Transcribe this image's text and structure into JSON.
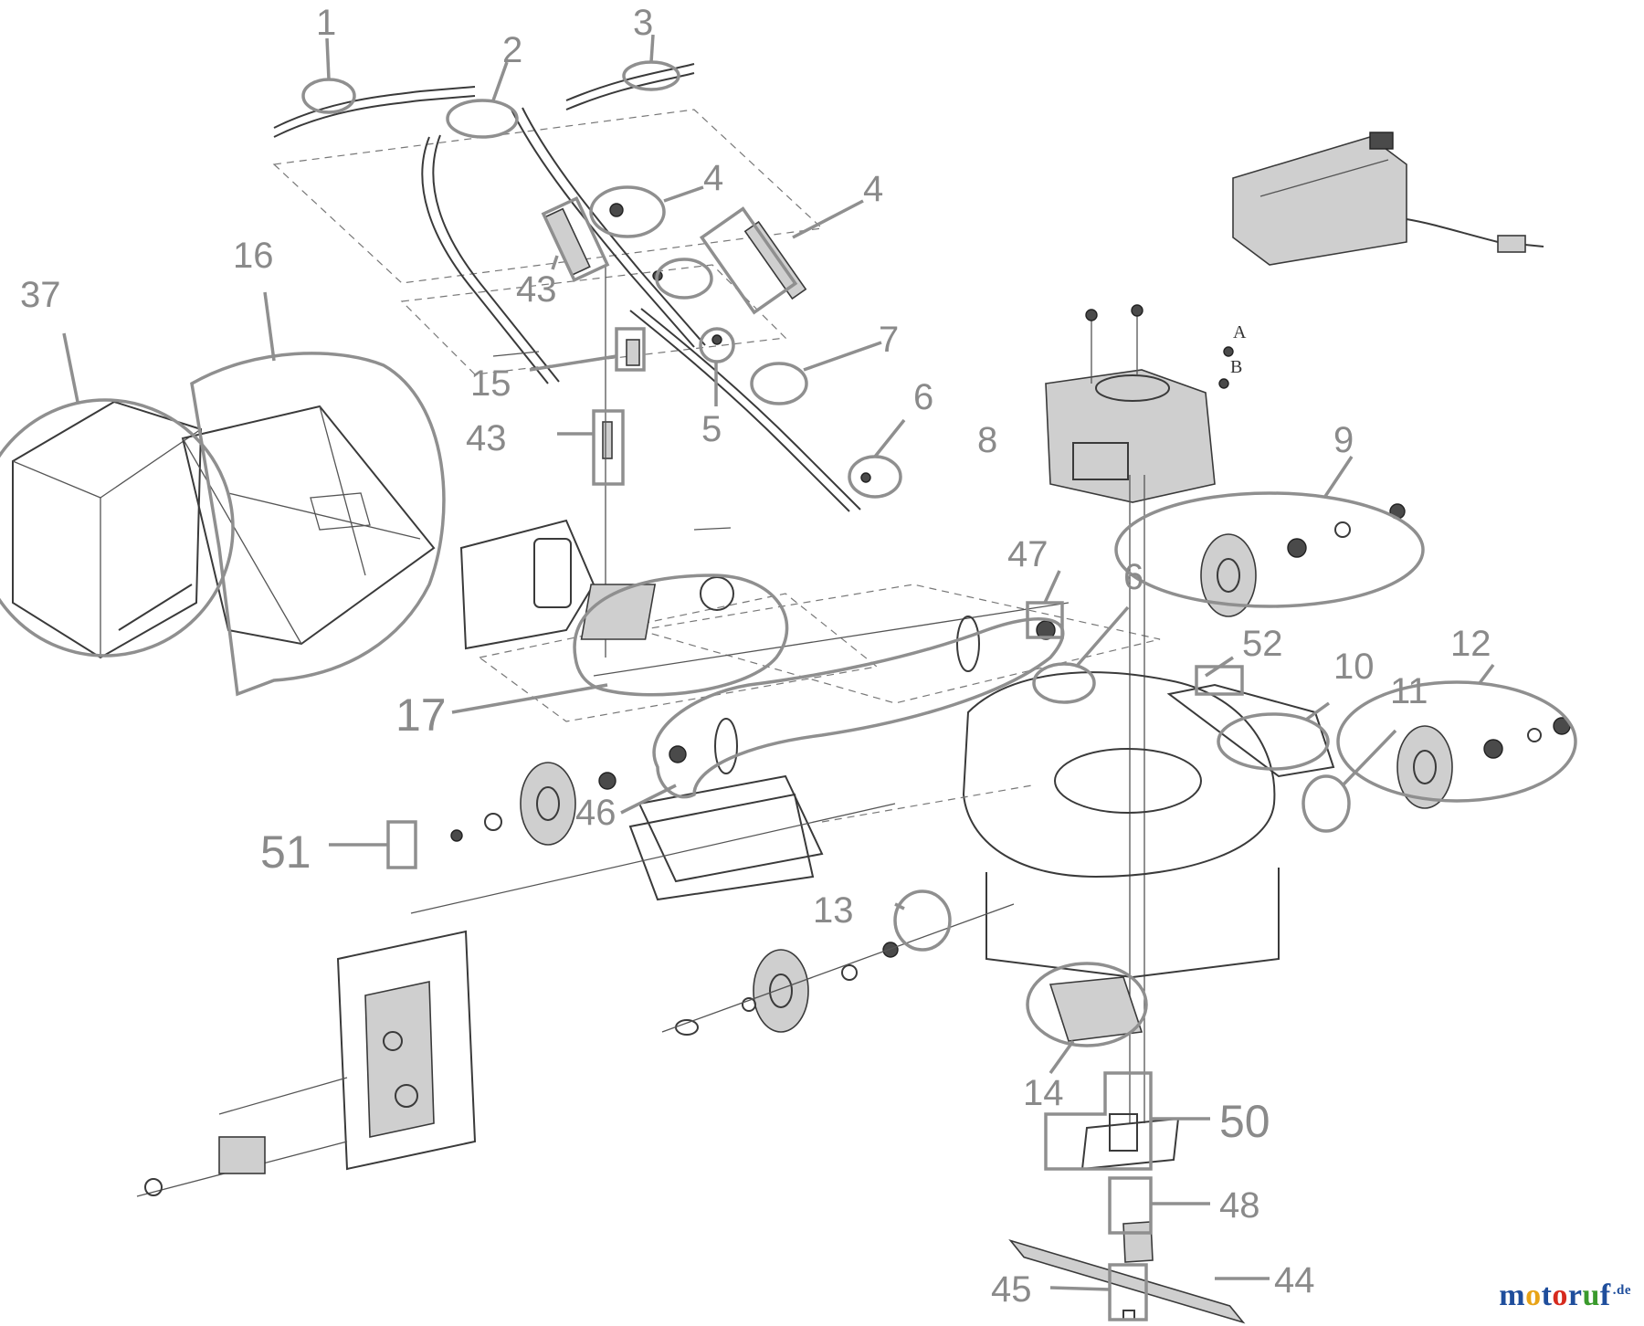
{
  "callouts": [
    "1",
    "2",
    "3",
    "4",
    "4",
    "43",
    "16",
    "37",
    "15",
    "5",
    "7",
    "6",
    "43",
    "8",
    "47",
    "9",
    "6",
    "52",
    "10",
    "11",
    "12",
    "17",
    "46",
    "51",
    "13",
    "14",
    "50",
    "48",
    "44",
    "45"
  ],
  "markers": {
    "a": "A",
    "b": "B"
  },
  "watermark": {
    "parts": [
      {
        "t": "m",
        "c": "#1f4e9c"
      },
      {
        "t": "o",
        "c": "#e8a317"
      },
      {
        "t": "t",
        "c": "#1f4e9c"
      },
      {
        "t": "o",
        "c": "#d62a1e"
      },
      {
        "t": "r",
        "c": "#1f4e9c"
      },
      {
        "t": "u",
        "c": "#3a9a2c"
      },
      {
        "t": "f",
        "c": "#1f4e9c"
      }
    ],
    "tld": ".de"
  }
}
